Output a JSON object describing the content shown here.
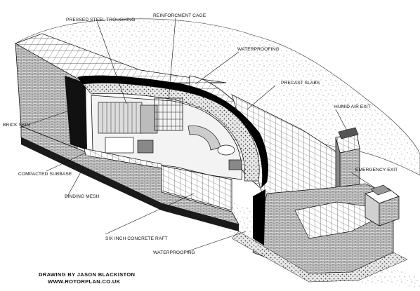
{
  "labels": {
    "pressed_steel_troughing": "PRESSED STEEL TROUGHING",
    "reinforcement_cage": "REINFORCMENT CAGE",
    "waterproofing_top": "WATERPROOFING",
    "precast_slabs": "PRECAST SLABS",
    "humid_air_exit": "HUMID AIR EXIT",
    "brick_skin": "BRICK SKIN",
    "compacted_subbase": "COMPACTED SUBBASE",
    "binding_mesh": "BINDING MESH",
    "emergency_exit": "EMERGENCY EXIT",
    "six_inch_concrete_raft": "SIX INCH CONCRETE RAFT",
    "waterproofing_bottom": "WATERPROOFING"
  },
  "credit": {
    "line1": "DRAWING BY JASON BLACKISTON",
    "line2": "WWW.ROTORPLAN.CO.UK"
  }
}
